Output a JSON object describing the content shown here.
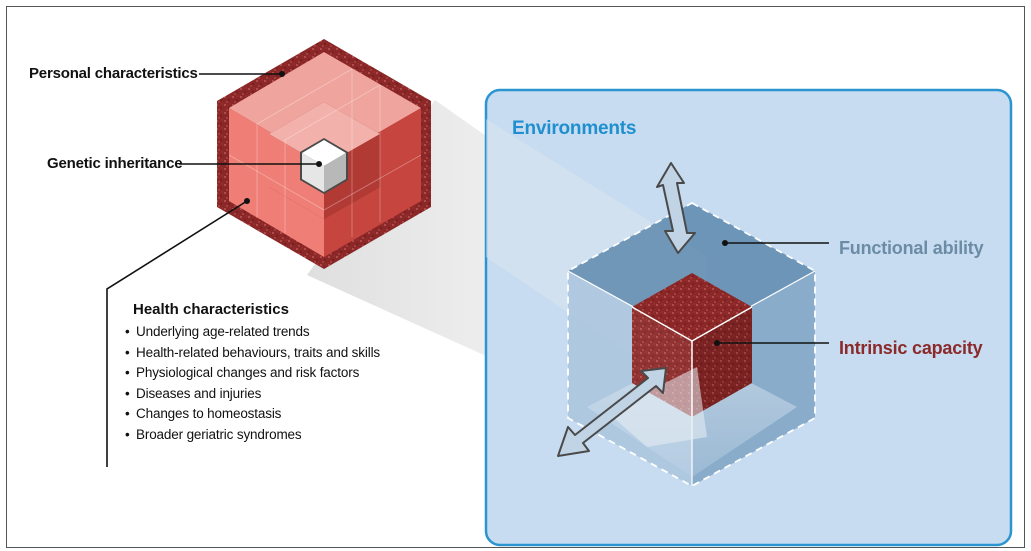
{
  "labels": {
    "personal": "Personal characteristics",
    "genetic": "Genetic inheritance",
    "environments": "Environments",
    "functional": "Functional ability",
    "intrinsic": "Intrinsic capacity"
  },
  "health": {
    "title": "Health characteristics",
    "items": [
      "Underlying age-related trends",
      "Health-related behaviours, traits and skills",
      "Physiological changes and risk factors",
      "Diseases and injuries",
      "Changes to homeostasis",
      "Broader geriatric syndromes"
    ]
  },
  "colors": {
    "environment_fill": "#c7dcf0",
    "environment_border": "#2b95d0",
    "environment_text": "#1f8fcf",
    "functional_text": "#6c8ca6",
    "intrinsic_text": "#8b2a2a",
    "cube_red": "#8b2727",
    "block_salmon": "#ee7c74"
  },
  "icons": {
    "vertical_arrow": "double-arrow-vertical-icon",
    "diagonal_arrow": "double-arrow-diagonal-icon"
  }
}
